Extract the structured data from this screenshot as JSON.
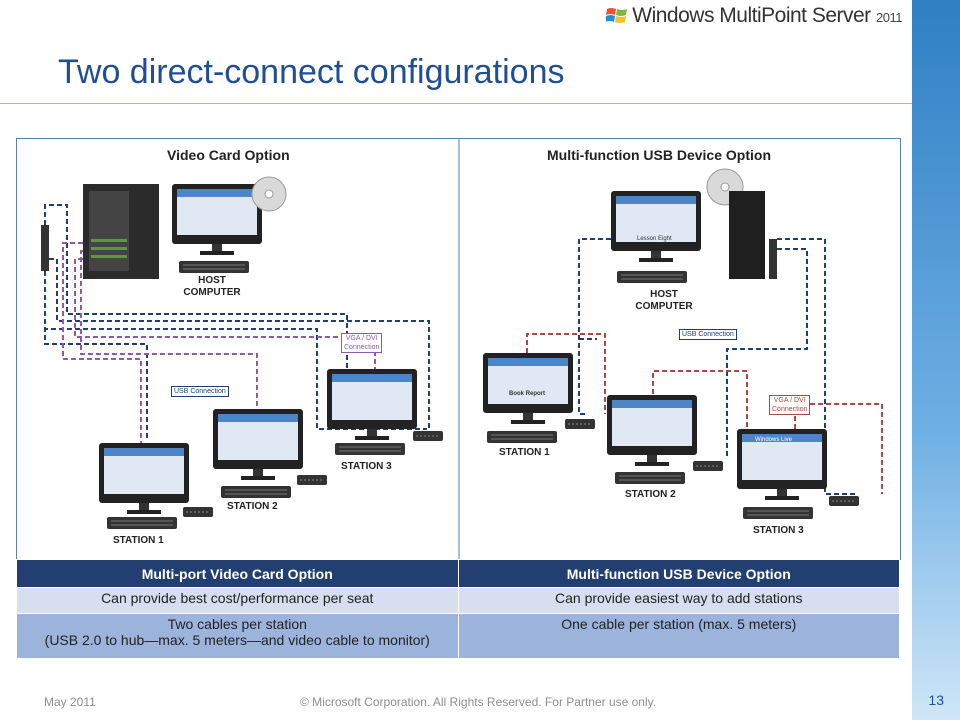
{
  "header": {
    "logo_text": "Windows MultiPoint Server",
    "logo_year": "2011",
    "title": "Two direct-connect configurations"
  },
  "diagram": {
    "left": {
      "title": "Video Card Option",
      "host_label": "HOST\nCOMPUTER",
      "usb_label": "USB Connection",
      "vga_label": "VGA / DVI\nConnection",
      "stations": [
        "STATION 1",
        "STATION 2",
        "STATION 3"
      ]
    },
    "right": {
      "title": "Multi-function USB Device Option",
      "host_label": "HOST\nCOMPUTER",
      "usb_label": "USB Connection",
      "vga_label": "VGA / DVI\nConnection",
      "stations": [
        "STATION 1",
        "STATION 2",
        "STATION 3"
      ],
      "screen_texts": [
        "Lesson Eight",
        "Book Report",
        "Windows Live"
      ]
    },
    "colors": {
      "usb_line": "#1f3f6e",
      "vga_line_left": "#8a5bb0",
      "vga_line_right": "#b04646"
    }
  },
  "table": {
    "headers": [
      "Multi-port Video Card Option",
      "Multi-function USB Device  Option"
    ],
    "rows": [
      [
        "Can provide best cost/performance per seat",
        "Can provide easiest way to add stations"
      ],
      [
        "Two cables per station\n(USB 2.0 to hub—max. 5 meters—and video cable to monitor)",
        "One cable per station (max. 5 meters)"
      ]
    ]
  },
  "footer": {
    "date": "May 2011",
    "copyright": "© Microsoft Corporation. All Rights Reserved. For Partner use only.",
    "page": "13"
  }
}
